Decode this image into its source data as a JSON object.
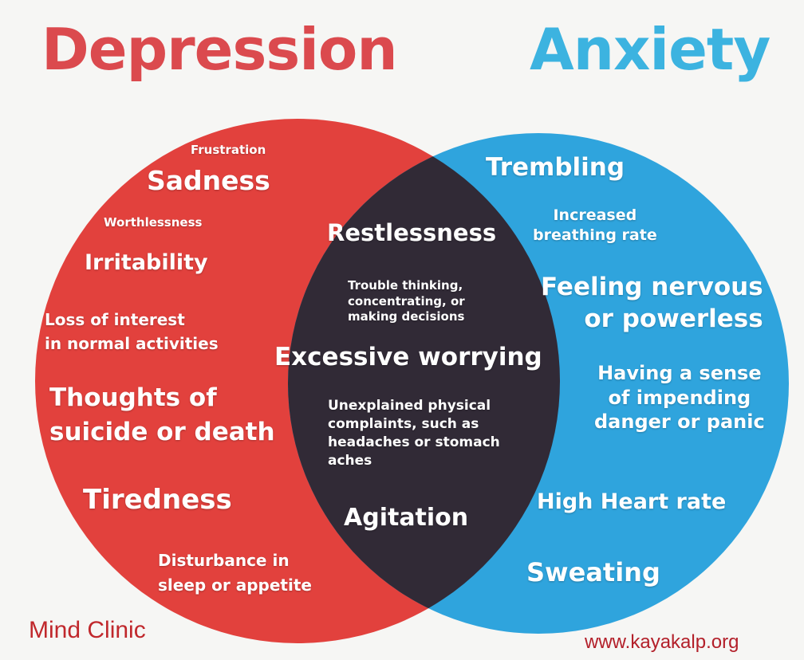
{
  "titles": {
    "left": "Depression",
    "right": "Anxiety"
  },
  "colors": {
    "depression": "#e2413d",
    "anxiety": "#2fa4dd",
    "overlap": "#312a36",
    "title_left": "#db4a4e",
    "title_right": "#3cb3e0",
    "footer_left": "#c0282c",
    "footer_right": "#b3202a"
  },
  "depression": {
    "frustration": "Frustration",
    "sadness": "Sadness",
    "worthlessness": "Worthlessness",
    "irritability": "Irritability",
    "loss_of_interest": "Loss of interest\nin normal activities",
    "thoughts_of_suicide": "Thoughts of\nsuicide or death",
    "tiredness": "Tiredness",
    "disturbance": "Disturbance in\nsleep or appetite"
  },
  "overlap": {
    "restlessness": "Restlessness",
    "trouble_thinking": "Trouble thinking,\nconcentrating, or\nmaking decisions",
    "excessive_worrying": "Excessive worrying",
    "unexplained_complaints": "Unexplained physical\ncomplaints, such as\nheadaches or stomach\naches",
    "agitation": "Agitation"
  },
  "anxiety": {
    "trembling": "Trembling",
    "increased_breathing": "Increased\nbreathing rate",
    "feeling_nervous": "Feeling nervous\nor powerless",
    "impending_danger": "Having a sense\nof impending\ndanger or panic",
    "high_heart_rate": "High Heart rate",
    "sweating": "Sweating"
  },
  "footer": {
    "left": "Mind Clinic",
    "right": "www.kayakalp.org"
  }
}
